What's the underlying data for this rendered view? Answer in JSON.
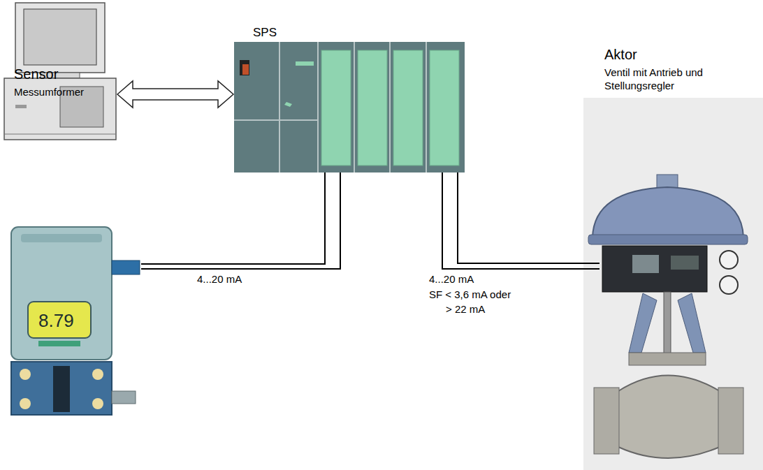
{
  "diagram": {
    "nodes": [
      {
        "text": [
          "SPS"
        ]
      },
      {
        "text": [
          "Sensor",
          "Messumformer"
        ]
      },
      {
        "text": [
          "Aktor",
          "Ventil mit Antrieb und Stellungsregler"
        ]
      }
    ],
    "edges": [
      {
        "from": 1,
        "to": 0,
        "arrow": "none",
        "label": "4...20 mA"
      },
      {
        "from": 0,
        "to": 2,
        "arrow": "none",
        "label": "4...20 mA"
      }
    ],
    "labels": [
      "8.79",
      "SF < 3,6 mA oder",
      "> 22 mA"
    ]
  }
}
